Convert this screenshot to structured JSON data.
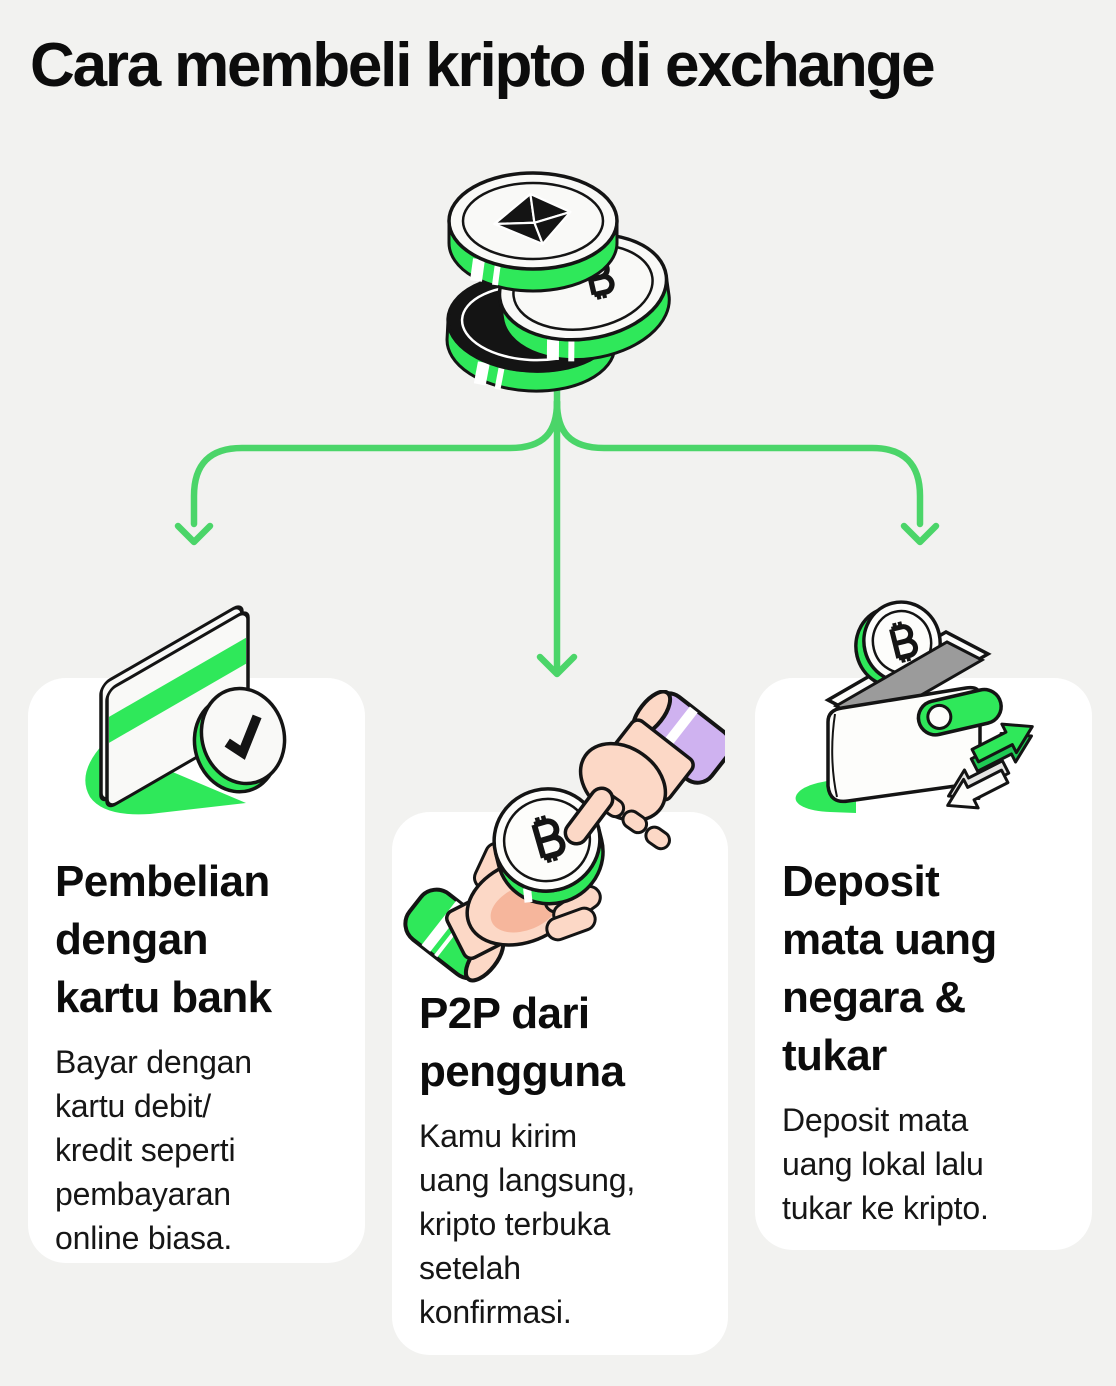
{
  "page": {
    "title": "Cara membeli kripto di exchange",
    "background": "#f2f2f0"
  },
  "colors": {
    "card_background": "#ffffff",
    "text": "#0c0c0c",
    "flow_arrow_green": "#4bd569",
    "accent_green": "#2fe85a",
    "outline_black": "#141414",
    "purple_cuff": "#cfb2f0",
    "skin": "#fcd8c6",
    "skin_shade": "#f6b69c",
    "wallet_gray": "#9b9b9b"
  },
  "illustrations": {
    "coins_stack": "crypto-coins-stack",
    "card_bank": "bank-card-with-check",
    "p2p": "hands-exchanging-bitcoin-coin",
    "deposit": "wallet-with-bitcoin-and-swap-arrows"
  },
  "cards": [
    {
      "id": "card-bank",
      "heading": "Pembelian\ndengan\nkartu bank",
      "body": "Bayar dengan\nkartu debit/\nkredit seperti\npembayaran\nonline biasa."
    },
    {
      "id": "card-p2p",
      "heading": "P2P dari\npengguna",
      "body": "Kamu kirim\nuang langsung,\nkripto terbuka\nsetelah\nkonfirmasi."
    },
    {
      "id": "card-deposit",
      "heading": "Deposit\nmata uang\nnegara &\ntukar",
      "body": "Deposit mata\nuang lokal lalu\ntukar ke kripto."
    }
  ]
}
